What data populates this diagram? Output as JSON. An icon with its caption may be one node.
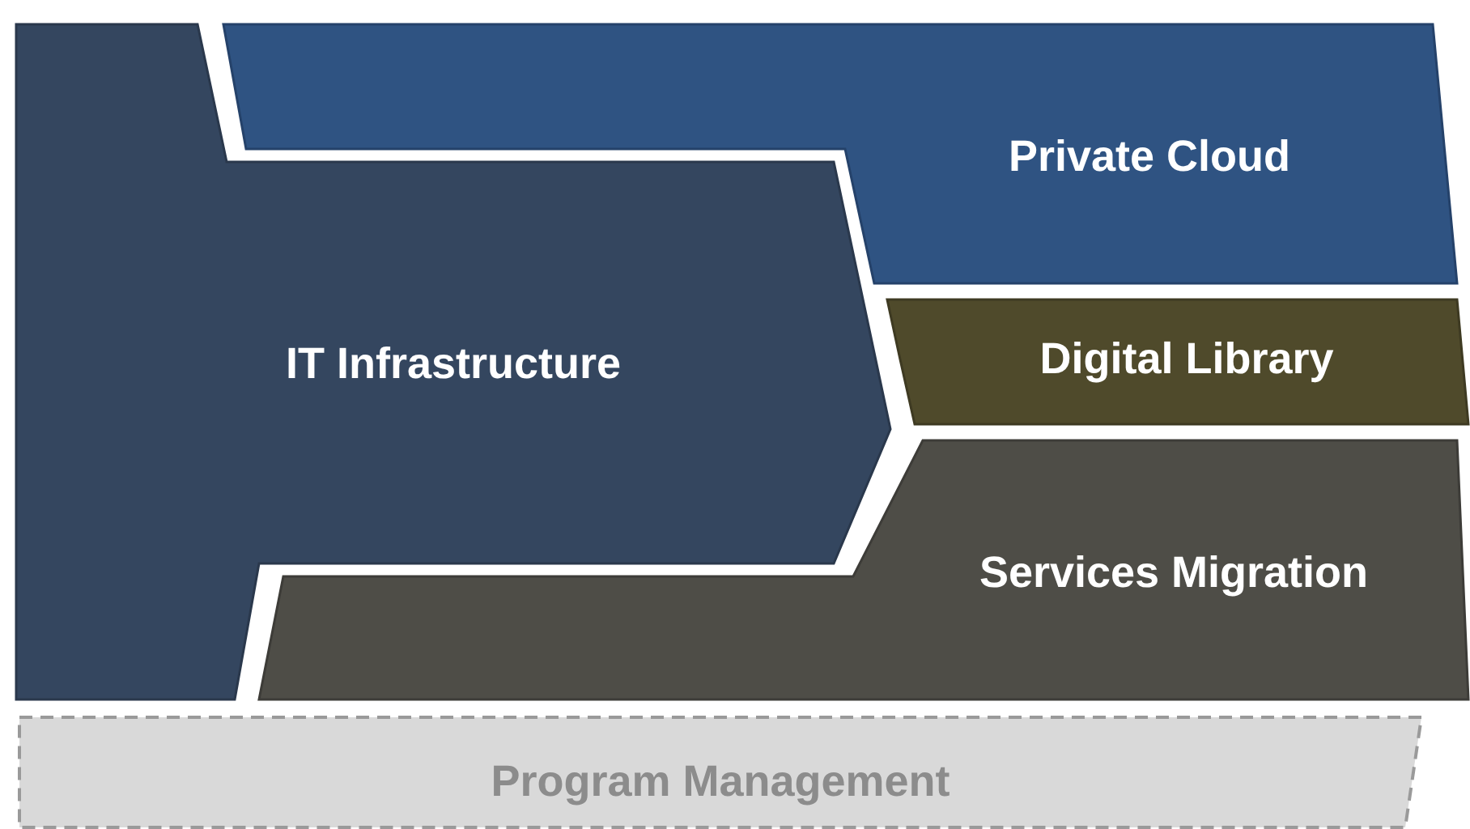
{
  "diagram": {
    "nodes": [
      {
        "text": [
          "IT Infrastructure"
        ]
      },
      {
        "text": [
          "Private Cloud"
        ]
      },
      {
        "text": [
          "Digital Library"
        ]
      },
      {
        "text": [
          "Services Migration"
        ]
      },
      {
        "text": [
          "Program Management"
        ]
      }
    ]
  }
}
